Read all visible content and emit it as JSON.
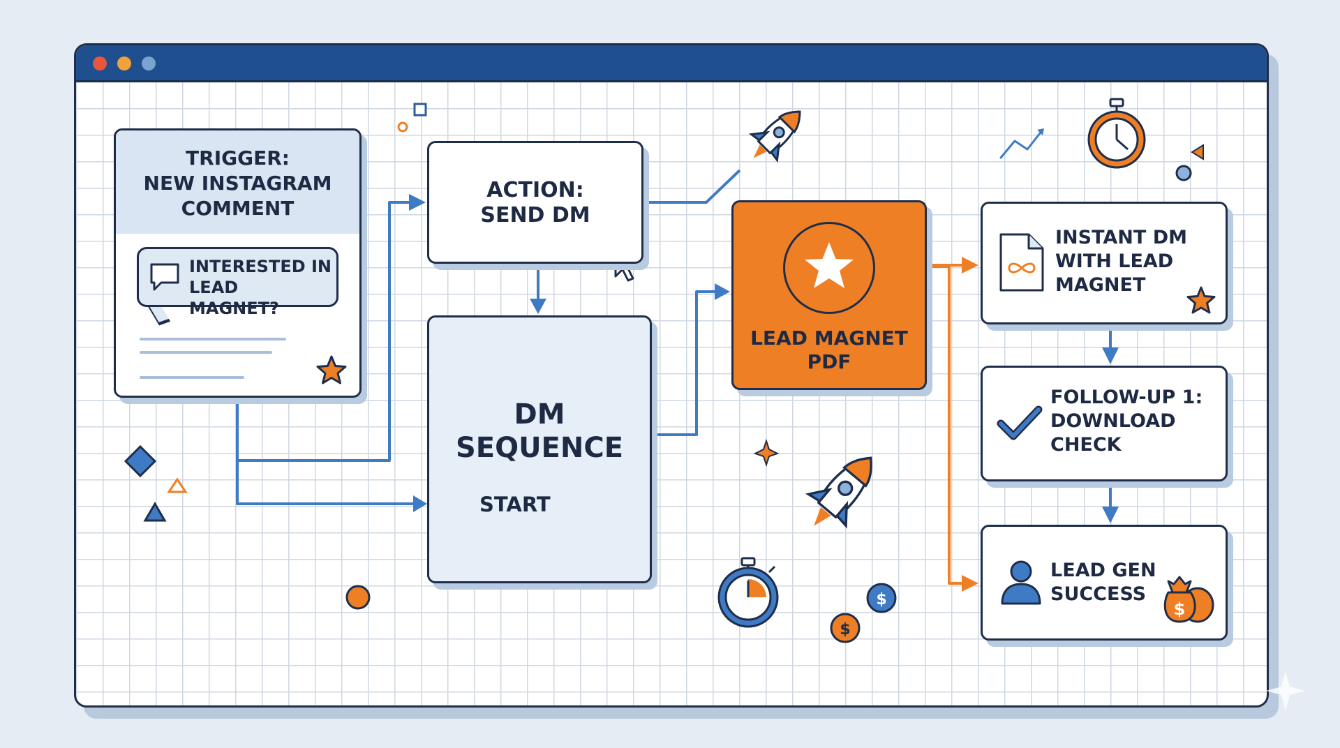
{
  "nodes": {
    "trigger": {
      "title": "TRIGGER:\nNEW INSTAGRAM\nCOMMENT",
      "bubble": "INTERESTED IN\nLEAD MAGNET?"
    },
    "action": {
      "title": "ACTION:\nSEND DM"
    },
    "dm_sequence": {
      "title": "DM\nSEQUENCE",
      "start": "START"
    },
    "lead_magnet": {
      "title": "LEAD MAGNET\nPDF"
    },
    "instant_dm": {
      "title": "INSTANT DM\nWITH LEAD\nMAGNET"
    },
    "follow_up": {
      "title": "FOLLOW-UP 1:\nDOWNLOAD\nCHECK"
    },
    "lead_gen": {
      "title": "LEAD GEN\nSUCCESS"
    }
  },
  "decorations": {
    "currency_symbol": "$"
  },
  "colors": {
    "title_bar": "#1f4f8e",
    "accent_orange": "#ee7f25",
    "accent_blue": "#3f7bc4",
    "outline": "#1d2d4a",
    "light_fill": "#d9e5f2"
  }
}
